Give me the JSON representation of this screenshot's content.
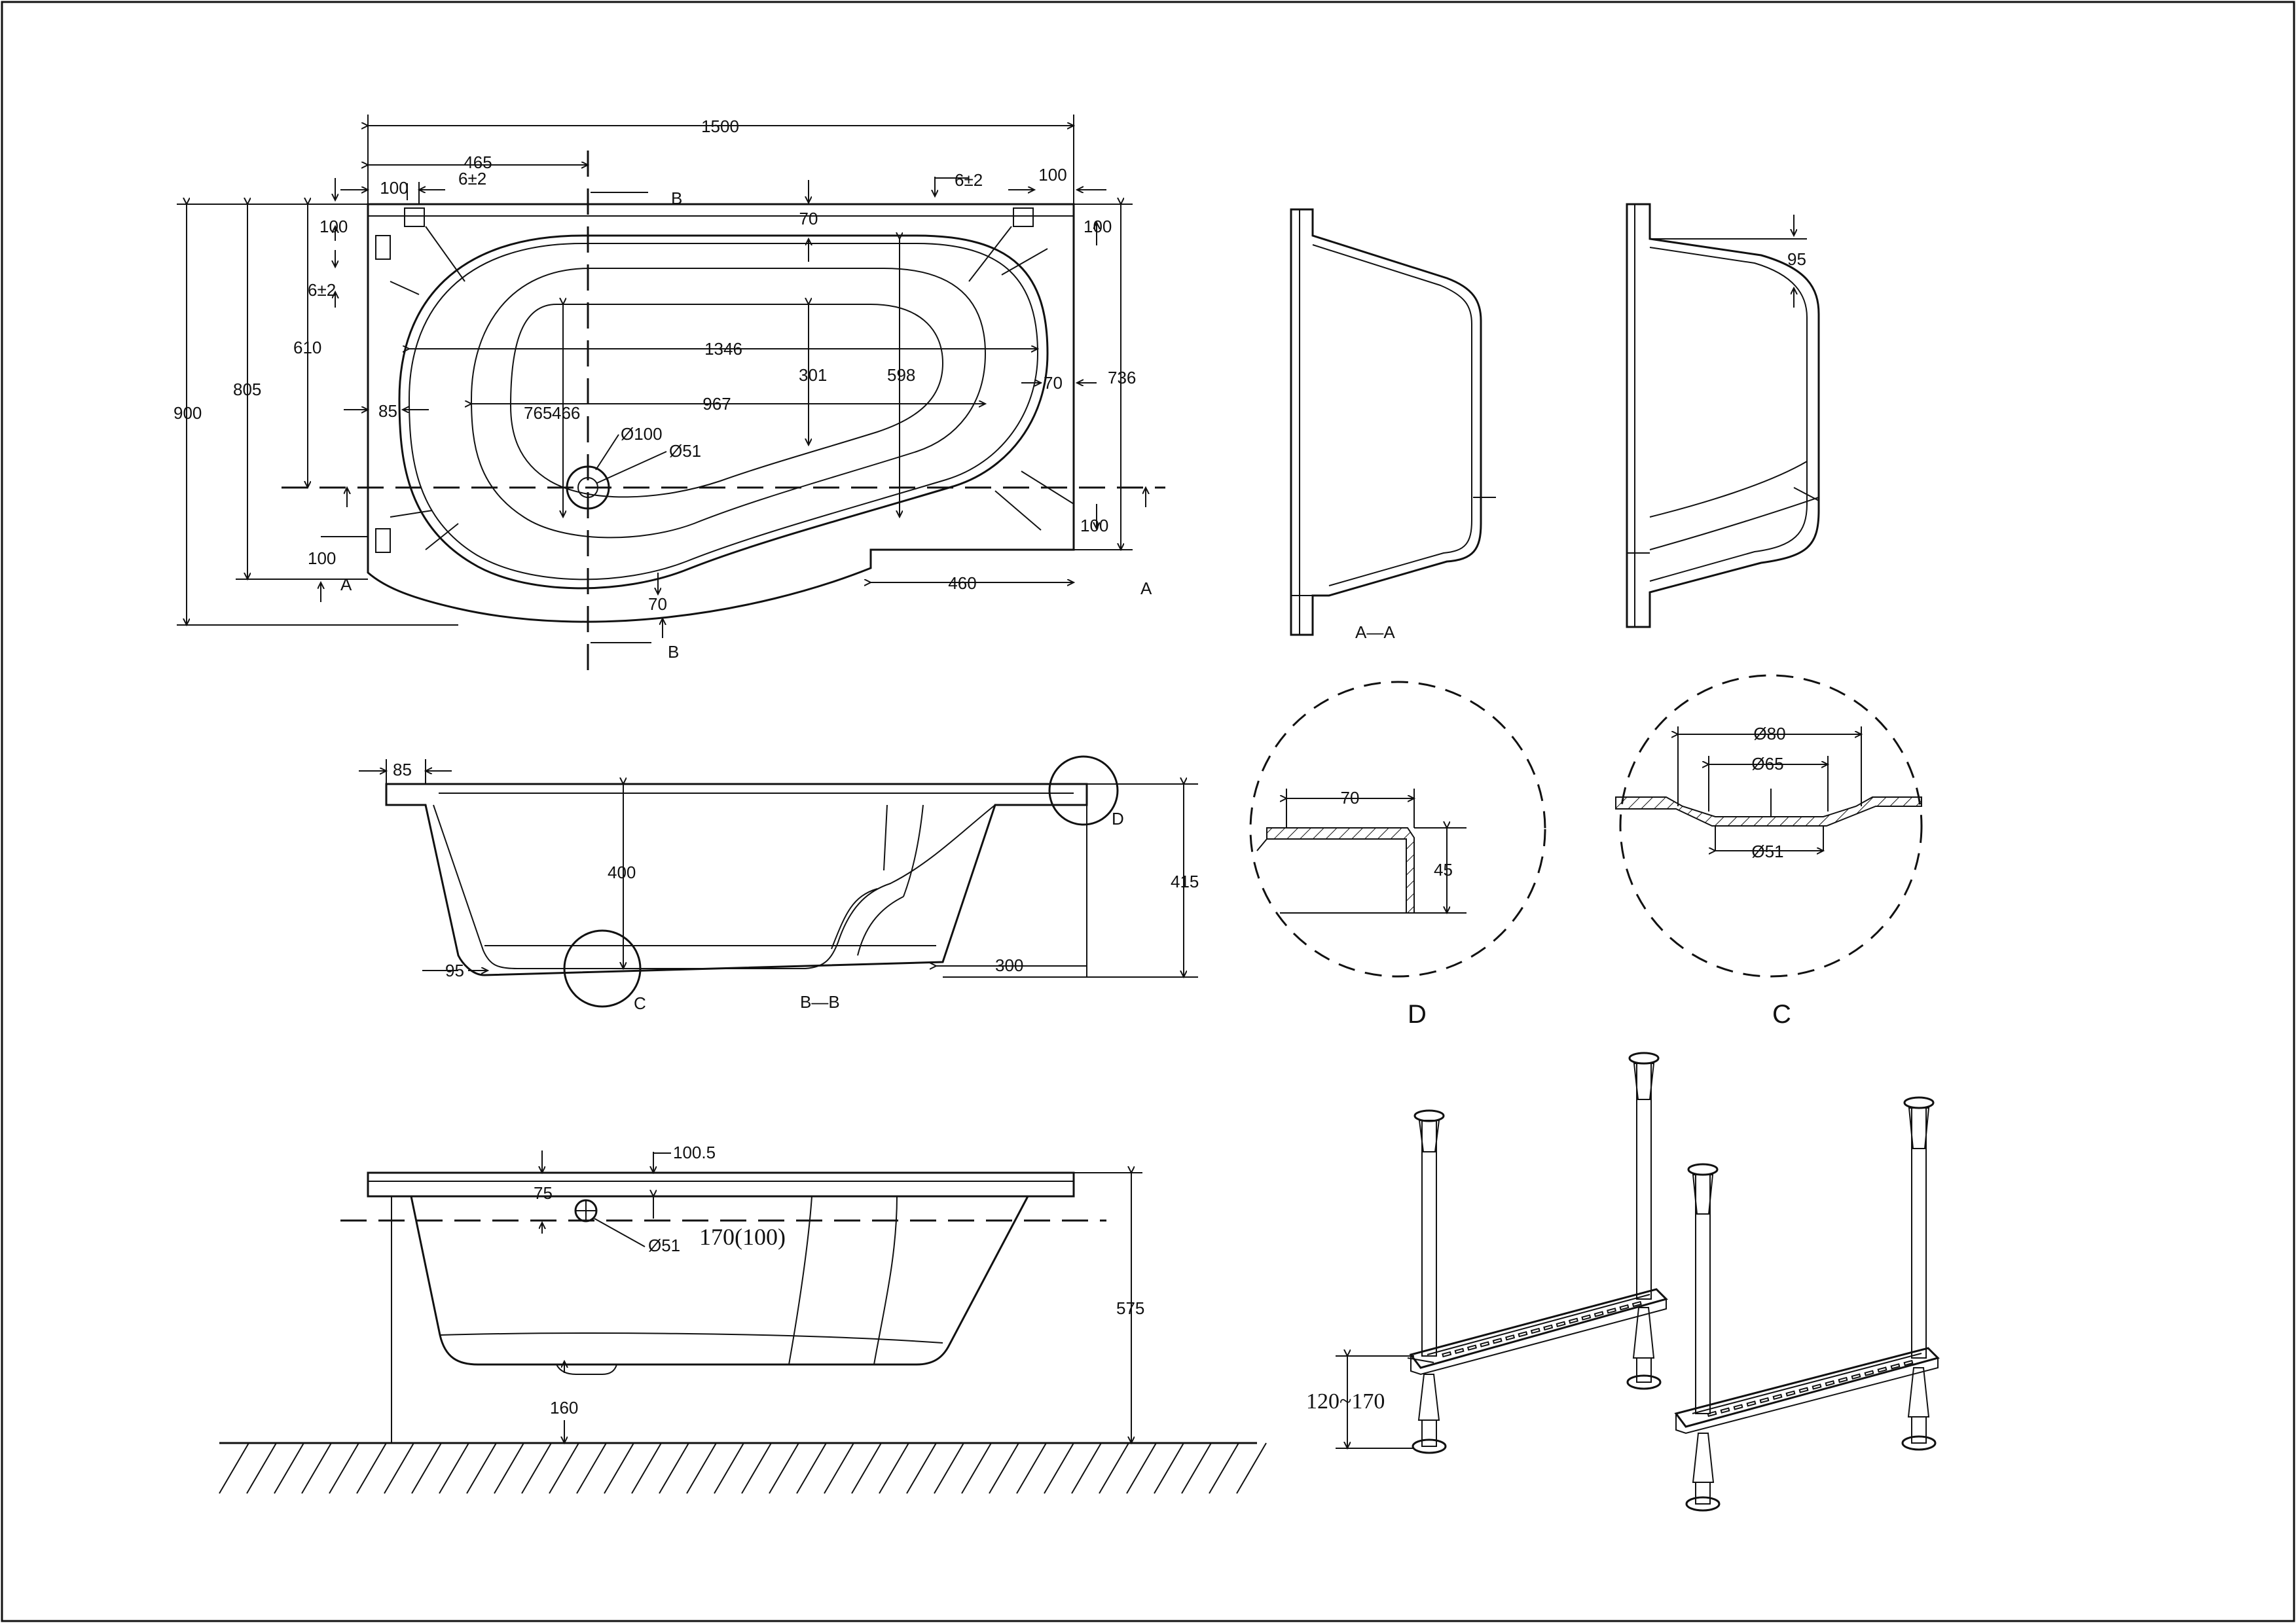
{
  "top_view": {
    "width_total": "1500",
    "dim_465": "465",
    "dim_100_left": "100",
    "dim_6pm2_left": "6±2",
    "dim_6pm2_right": "6±2",
    "dim_100_right": "100",
    "section_b_top": "B",
    "section_b_bottom": "B",
    "dim_70_top": "70",
    "dim_100_ul": "100",
    "dim_100_ur": "100",
    "dim_6pm2_side": "6±2",
    "dim_610": "610",
    "dim_805": "805",
    "dim_900": "900",
    "dim_85": "85",
    "dim_765": "765",
    "dim_466": "466",
    "dim_1346": "1346",
    "dim_301": "301",
    "dim_598": "598",
    "dim_967": "967",
    "dim_70_right": "70",
    "dim_736": "736",
    "dia_100": "Ø100",
    "dia_51": "Ø51",
    "dim_100_lr": "100",
    "dim_100_ll": "100",
    "section_a_left": "A",
    "section_a_right": "A",
    "dim_70_bottom": "70",
    "dim_460": "460"
  },
  "section_aa": {
    "label": "A—A",
    "dim_95": "95"
  },
  "section_bb": {
    "label": "B—B",
    "dim_85": "85",
    "dim_400": "400",
    "dim_415": "415",
    "dim_95": "95",
    "dim_300": "300",
    "detail_c": "C",
    "detail_d": "D"
  },
  "detail_d": {
    "label": "D",
    "dim_70": "70",
    "dim_45": "45"
  },
  "detail_c": {
    "label": "C",
    "dia_80": "Ø80",
    "dia_65": "Ø65",
    "dia_51": "Ø51"
  },
  "side_view": {
    "dim_100_5": "100.5",
    "dim_75": "75",
    "dia_51": "Ø51",
    "overflow": "170(100)",
    "dim_575": "575",
    "dim_160": "160"
  },
  "legs": {
    "adjust_range": "120~170"
  }
}
